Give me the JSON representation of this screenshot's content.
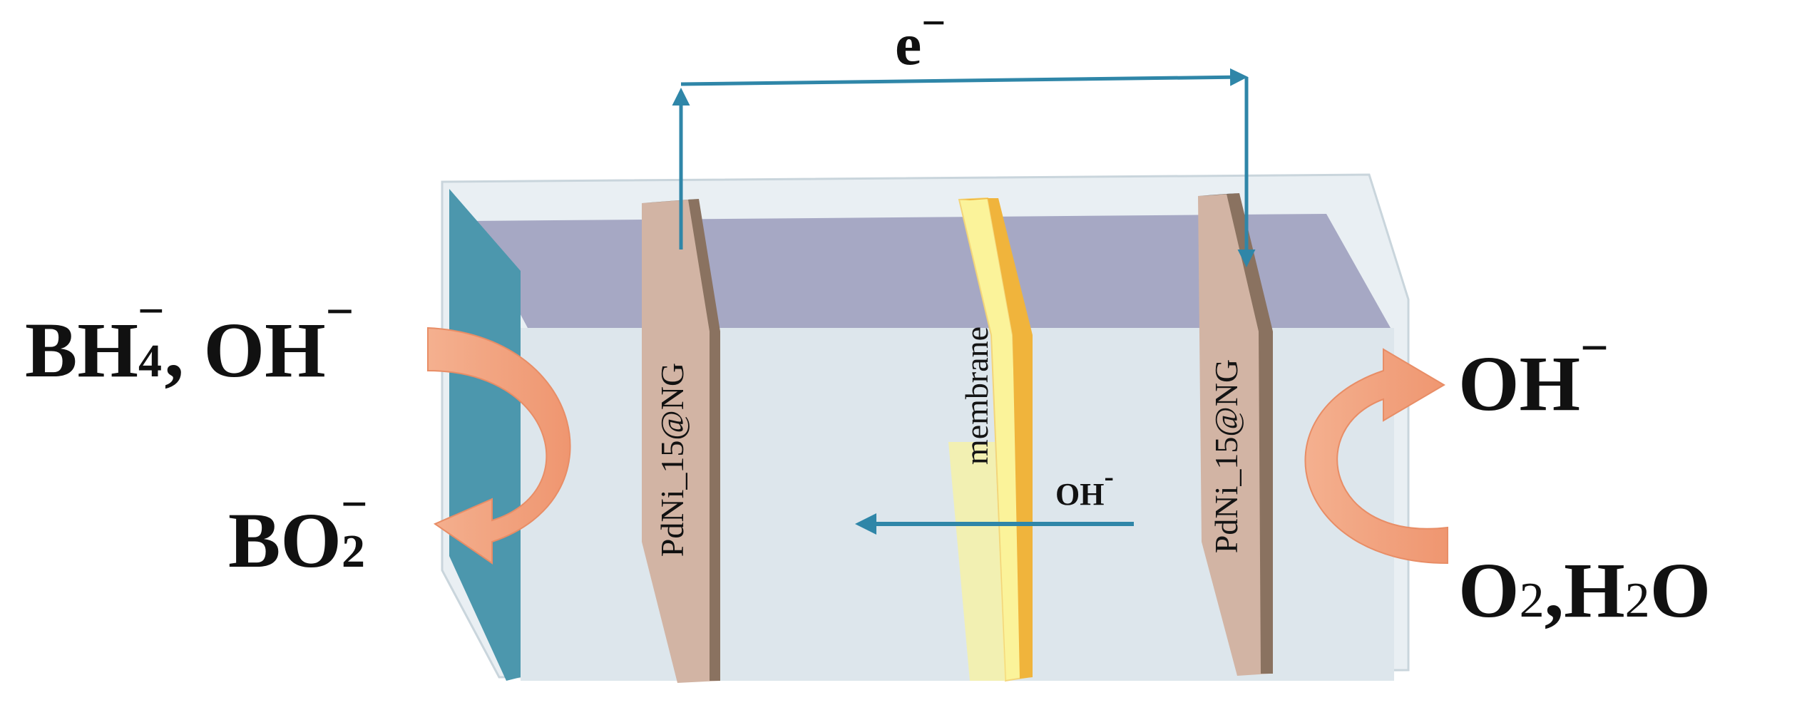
{
  "electron_label": {
    "base": "e",
    "sup": "−"
  },
  "anode_label": "PdNi_15@NG",
  "cathode_label": "PdNi_15@NG",
  "membrane_label": "membrane",
  "ion_label": {
    "base": "OH",
    "sup": "-"
  },
  "left_reactants": {
    "part1": "BH",
    "sub": "4",
    "sup": "−",
    "part2": ", OH",
    "sup2": "−"
  },
  "left_product": {
    "base": "BO",
    "sub": "2",
    "sup": "−"
  },
  "right_product": {
    "base": "OH",
    "sup": "−"
  },
  "right_reactants": {
    "part1": "O",
    "sub1": "2",
    "part2": ",H",
    "sub2": "2",
    "part3": "O"
  },
  "colors": {
    "cell_fill": "#dde6ec",
    "cell_top": "#a6a8c4",
    "left_wall": "#4c97ad",
    "electrode": "#d2b4a4",
    "electrode_edge": "#8a7260",
    "membrane": "#fbf39a",
    "membrane_edge": "#f0b43c",
    "wire": "#2f86a8",
    "reaction_arrow": "#f1a27e"
  }
}
